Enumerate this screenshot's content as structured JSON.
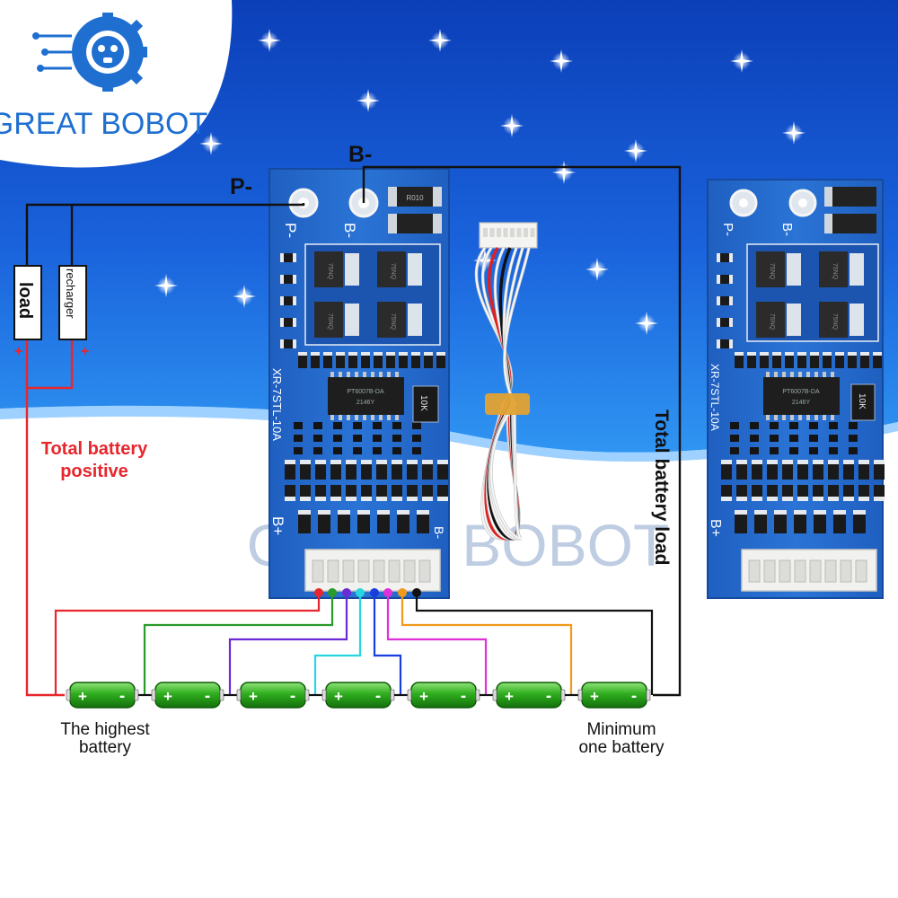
{
  "brand": {
    "name": "GREAT BOBOT",
    "watermark": "GREAT BOBOT",
    "logo_icon": "gear-robot-icon",
    "color": "#1f6fd1"
  },
  "terminals": {
    "p_minus": "P-",
    "b_minus": "B-"
  },
  "devices": {
    "load": "load",
    "recharger": "recharger",
    "plus": "+"
  },
  "labels": {
    "total_positive": "Total battery positive",
    "total_positive_line1": "Total battery",
    "total_positive_line2": "positive",
    "total_load": "Total battery load",
    "highest_line1": "The highest",
    "highest_line2": "battery",
    "minimum_line1": "Minimum",
    "minimum_line2": "one battery"
  },
  "board": {
    "model": "XR-7STL-10A",
    "chip": "PT6007B-DA",
    "chip_sub": "2146Y",
    "resistor": "10K",
    "mosfet": "75NQ",
    "pad_p": "P-",
    "pad_b": "B-",
    "pad_bplus": "B+",
    "pad_bminus": "B-",
    "smd_code": "R010"
  },
  "battery_count": 7,
  "battery_polarity": [
    "+",
    "-"
  ],
  "wire_colors": [
    "#e8262d",
    "#2a9a2a",
    "#6a2bd6",
    "#28d6e0",
    "#1a3de0",
    "#e030d8",
    "#ef9a1a",
    "#111111"
  ],
  "colors": {
    "sky_top": "#0b3fb8",
    "sky_bottom": "#2a8df0",
    "pcb": "#2367c9",
    "battery": "#2fae1e",
    "positive_wire": "#e8262d"
  }
}
